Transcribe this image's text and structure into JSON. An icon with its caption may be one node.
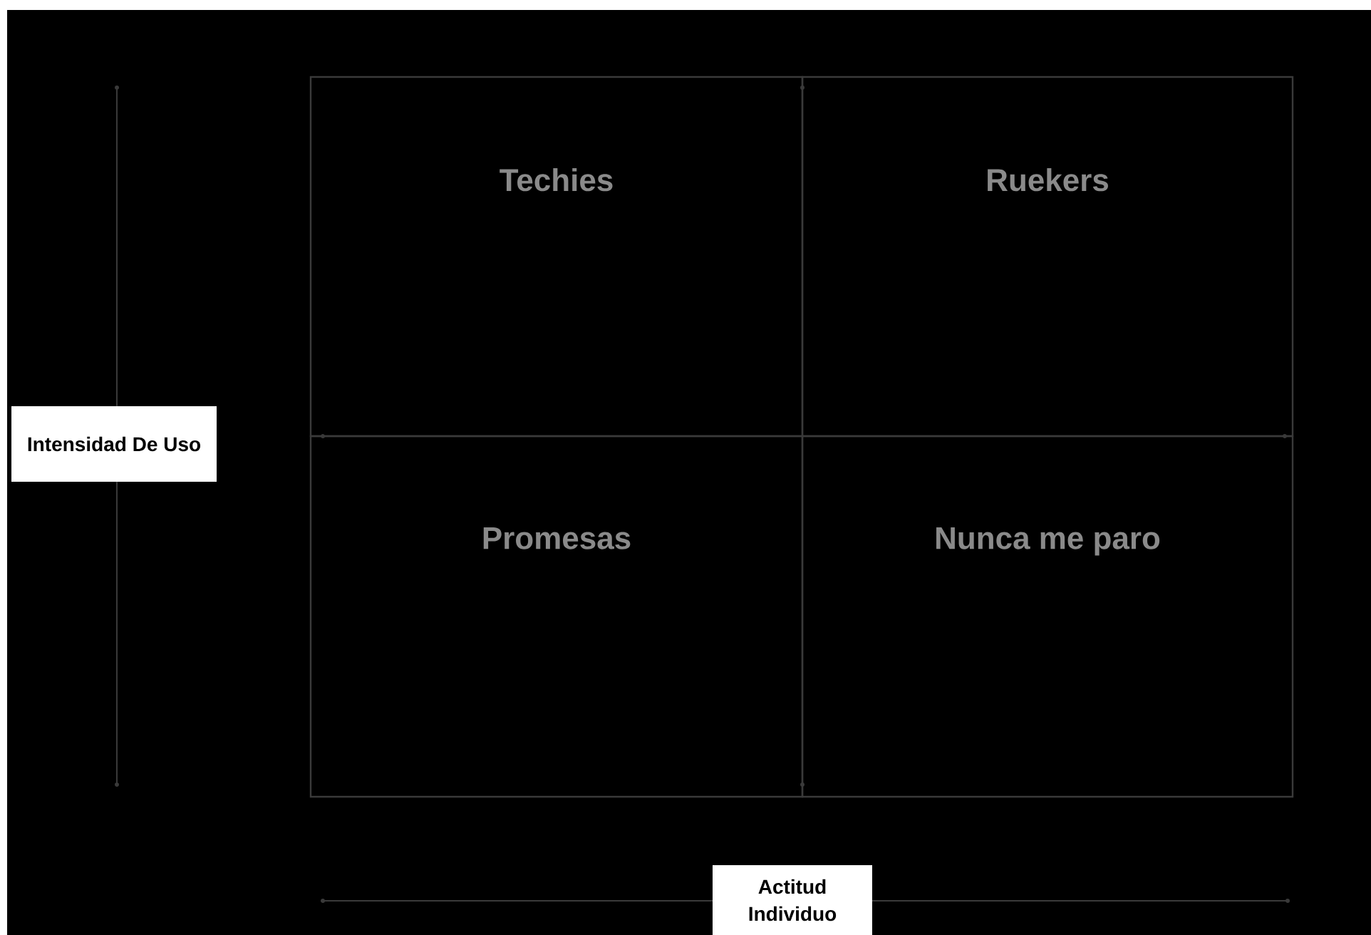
{
  "diagram": {
    "nodes": [
      {
        "text": [
          "Techies"
        ]
      },
      {
        "text": [
          "Ruekers"
        ]
      },
      {
        "text": [
          "Promesas"
        ]
      },
      {
        "text": [
          "Nunca me paro"
        ]
      },
      {
        "text": [
          "Intensidad De Uso"
        ]
      },
      {
        "text": [
          "Actitud Individuo"
        ]
      }
    ]
  }
}
